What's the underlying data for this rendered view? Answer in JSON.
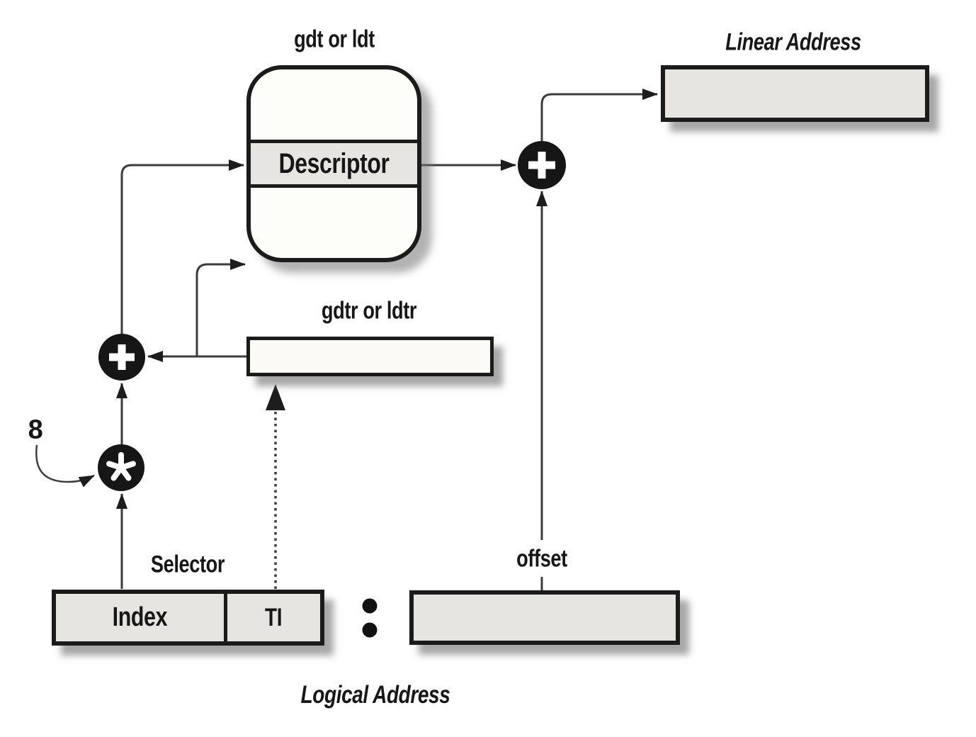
{
  "labels": {
    "table": "gdt or ldt",
    "descriptor": "Descriptor",
    "linear_address": "Linear Address",
    "gdtr": "gdtr or ldtr",
    "selector": "Selector",
    "index": "Index",
    "ti": "TI",
    "offset": "offset",
    "logical_address": "Logical Address",
    "multiplier_constant": "8",
    "separator": ":"
  },
  "operators": {
    "add_left": "+",
    "add_right": "+",
    "multiply": "*"
  },
  "colors": {
    "background": "#ffffff",
    "box_fill_gray": "#e6e5e2",
    "box_fill_white": "#fbfaf7",
    "table_fill": "#fdfdfa",
    "border": "#1b1b1b",
    "line": "#3c3c3c",
    "text": "#171717",
    "operator_bg": "#161616",
    "operator_glyph": "#ffffff",
    "shadow": "#737373"
  }
}
